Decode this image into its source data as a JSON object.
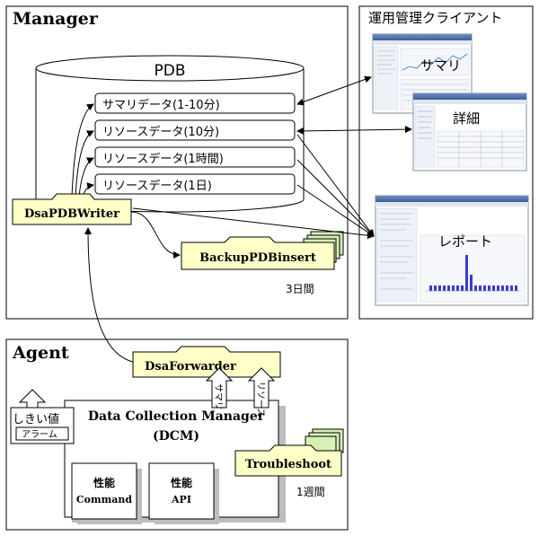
{
  "manager": {
    "title": "Manager"
  },
  "pdb": {
    "label": "PDB",
    "items": [
      "サマリデータ(1-10分)",
      "リソースデータ(10分)",
      "リソースデータ(1時間)",
      "リソースデータ(1日)"
    ]
  },
  "writer": {
    "label": "DsaPDBWriter"
  },
  "backup": {
    "label": "BackupPDBinsert",
    "retention": "3日間"
  },
  "client": {
    "title": "運用管理クライアント",
    "windows": [
      "サマリ",
      "詳細",
      "レポート"
    ]
  },
  "agent": {
    "title": "Agent"
  },
  "forwarder": {
    "label": "DsaForwarder",
    "arrows": [
      "サマリ",
      "リソース"
    ]
  },
  "threshold": {
    "label": "しきい値",
    "alarm": "アラーム"
  },
  "dcm": {
    "line1": "Data Collection Manager",
    "line2": "(DCM)"
  },
  "perf": [
    {
      "title": "性能",
      "sub": "Command"
    },
    {
      "title": "性能",
      "sub": "API"
    }
  ],
  "troubleshoot": {
    "label": "Troubleshoot",
    "retention": "1週間"
  }
}
